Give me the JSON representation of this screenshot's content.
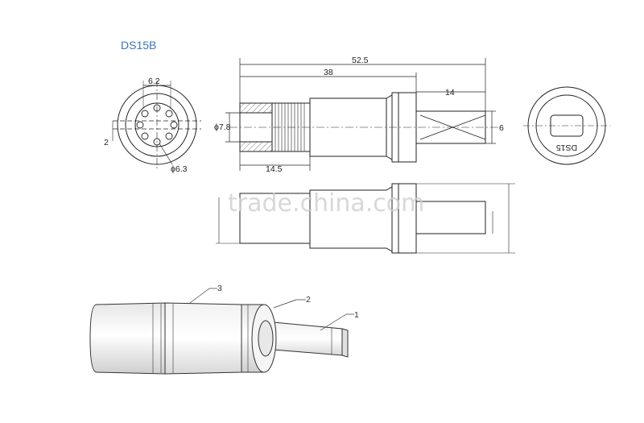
{
  "title": "DS15B",
  "watermark": "trade.china.com",
  "dims": {
    "total_length": "52.5",
    "body_length": "38",
    "shaft_length": "14",
    "knurl_length": "14.5",
    "body_diameter": "ϕ7.8",
    "shaft_flat": "6",
    "front_spline_width": "6.2",
    "front_slot": "2",
    "front_spline_diameter": "ϕ6.3"
  },
  "end_marking": "DS15",
  "callouts": [
    "1",
    "2",
    "3"
  ]
}
